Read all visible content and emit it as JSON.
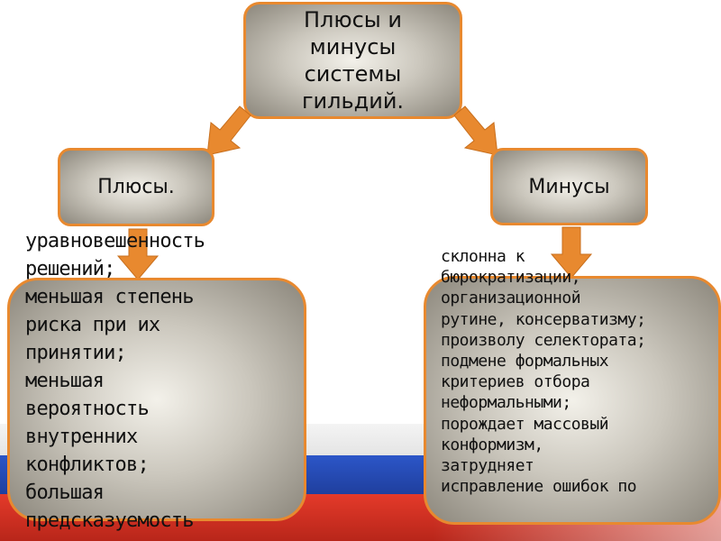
{
  "diagram": {
    "top": [
      "Плюсы и",
      "минусы",
      "системы",
      "гильдий."
    ],
    "plus_title": "Плюсы.",
    "minus_title": "Минусы",
    "plus_lines": [
      "уравновешенность",
      "решений;",
      "меньшая степень",
      "риска при их",
      "принятии;",
      "меньшая",
      "вероятность",
      "внутренних",
      "конфликтов;",
      "большая",
      "предсказуемость"
    ],
    "minus_lines": [
      "склонна к",
      "бюрократизации,",
      "организационной",
      "рутине, консерватизму;",
      "произволу селектората;",
      "подмене формальных",
      "критериев отбора",
      "неформальными;",
      "порождает массовый",
      "конформизм,",
      "затрудняет",
      "исправление ошибок по"
    ],
    "colors": {
      "box_border": "#e8892f",
      "arrow": "#e8892f",
      "flag_white": "#f4f4f4",
      "flag_blue": "#2c56c8",
      "flag_red": "#e43a2a"
    },
    "icons": [
      "arrow-down-left-icon",
      "arrow-down-right-icon",
      "arrow-down-icon"
    ]
  }
}
